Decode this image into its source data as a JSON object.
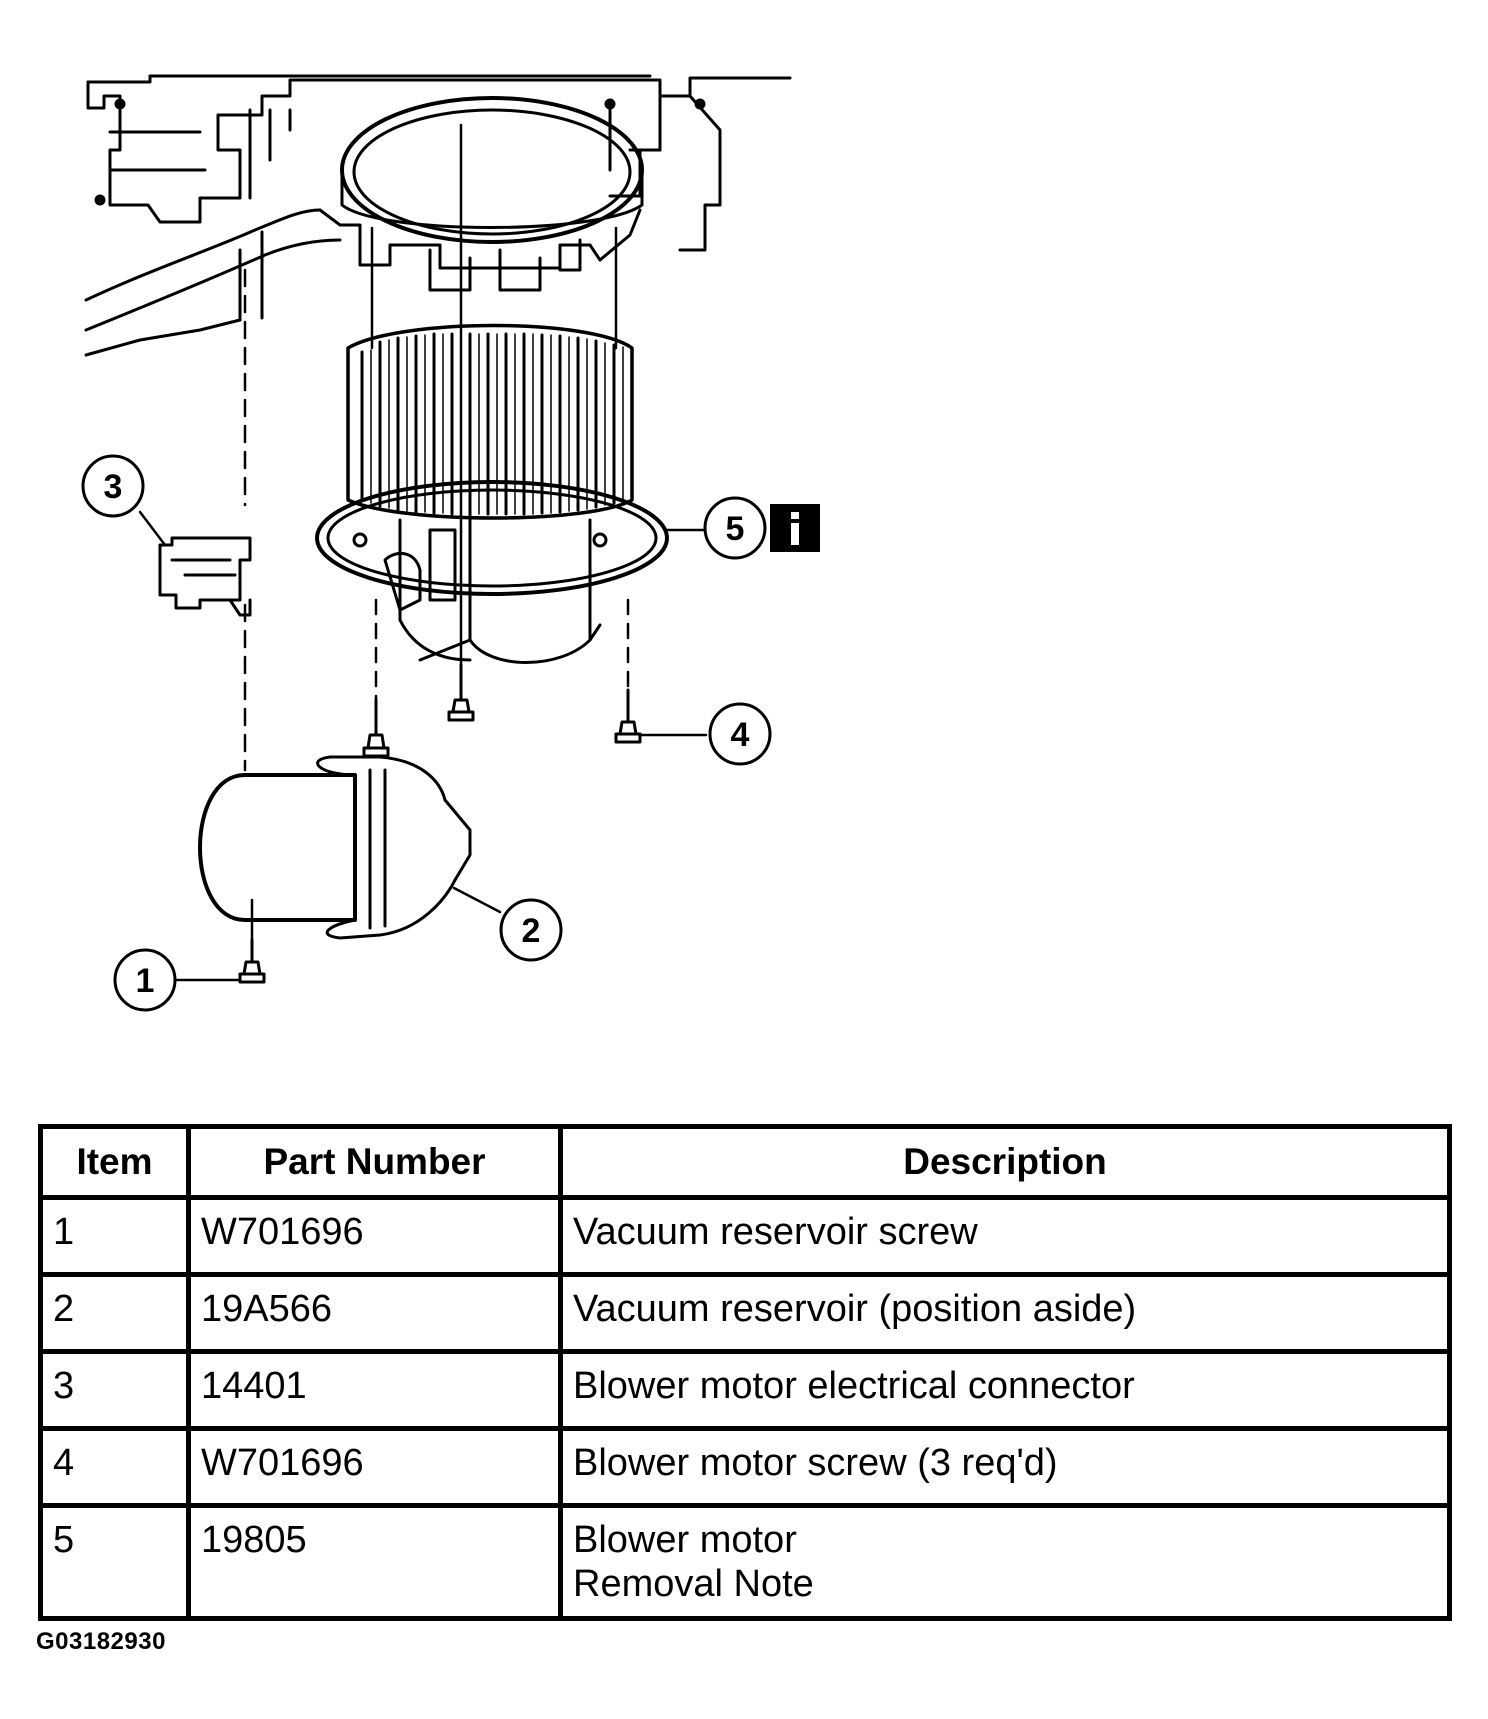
{
  "callouts": [
    {
      "number": "1"
    },
    {
      "number": "2"
    },
    {
      "number": "3"
    },
    {
      "number": "4"
    },
    {
      "number": "5"
    }
  ],
  "info_icon": "info-i-icon",
  "table": {
    "headers": [
      "Item",
      "Part Number",
      "Description"
    ],
    "rows": [
      {
        "item": "1",
        "part_number": "W701696",
        "description": [
          "Vacuum reservoir screw"
        ]
      },
      {
        "item": "2",
        "part_number": "19A566",
        "description": [
          "Vacuum reservoir (position aside)"
        ]
      },
      {
        "item": "3",
        "part_number": "14401",
        "description": [
          "Blower motor electrical connector"
        ]
      },
      {
        "item": "4",
        "part_number": "W701696",
        "description": [
          "Blower motor screw (3 req'd)"
        ]
      },
      {
        "item": "5",
        "part_number": "19805",
        "description": [
          "Blower motor",
          "Removal Note"
        ]
      }
    ]
  },
  "figure_code": "G03182930"
}
